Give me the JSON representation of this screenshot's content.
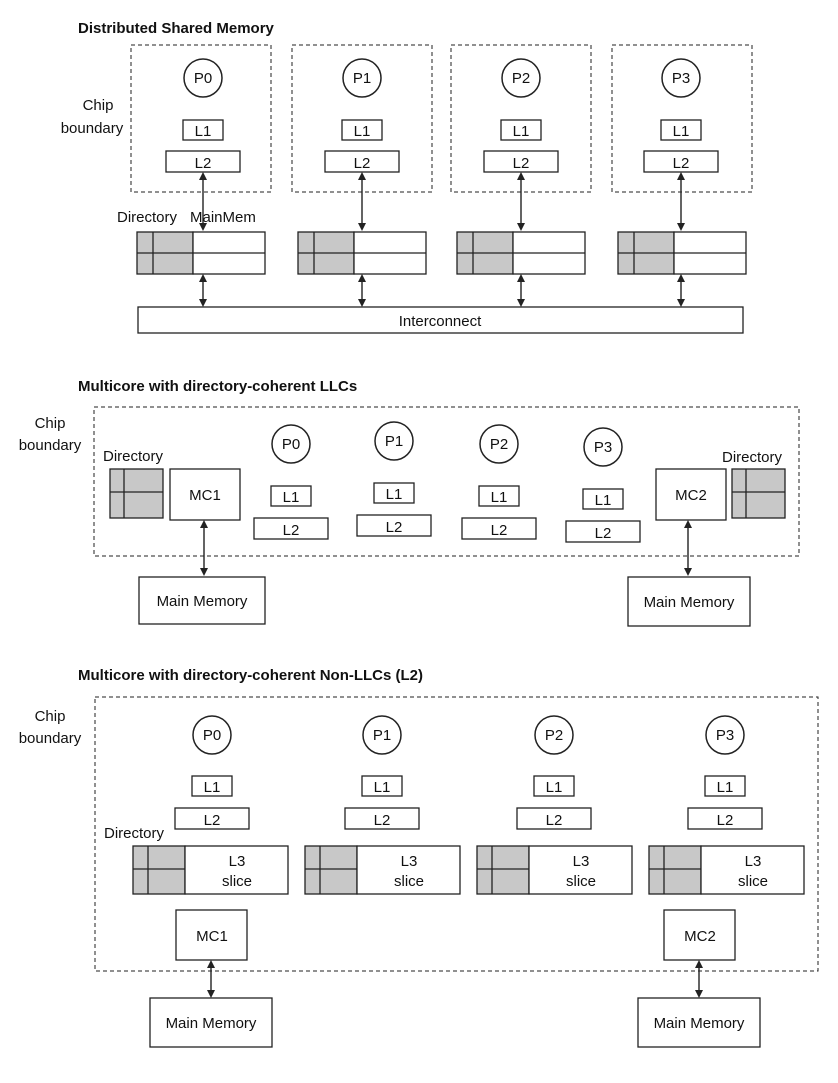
{
  "sections": [
    {
      "title": "Distributed Shared Memory",
      "chip_boundary_label": [
        "Chip",
        "boundary"
      ],
      "processors": [
        "P0",
        "P1",
        "P2",
        "P3"
      ],
      "l1_label": "L1",
      "l2_label": "L2",
      "directory_label": "Directory",
      "mainmem_label": "MainMem",
      "interconnect_label": "Interconnect"
    },
    {
      "title": "Multicore with directory-coherent LLCs",
      "chip_boundary_label": [
        "Chip",
        "boundary"
      ],
      "processors": [
        "P0",
        "P1",
        "P2",
        "P3"
      ],
      "l1_label": "L1",
      "l2_label": "L2",
      "directory_label": "Directory",
      "mc_labels": [
        "MC1",
        "MC2"
      ],
      "main_memory_label": "Main Memory"
    },
    {
      "title": "Multicore with directory-coherent Non-LLCs (L2)",
      "chip_boundary_label": [
        "Chip",
        "boundary"
      ],
      "processors": [
        "P0",
        "P1",
        "P2",
        "P3"
      ],
      "l1_label": "L1",
      "l2_label": "L2",
      "directory_label": "Directory",
      "l3_label": [
        "L3",
        "slice"
      ],
      "mc_labels": [
        "MC1",
        "MC2"
      ],
      "main_memory_label": "Main Memory"
    }
  ]
}
